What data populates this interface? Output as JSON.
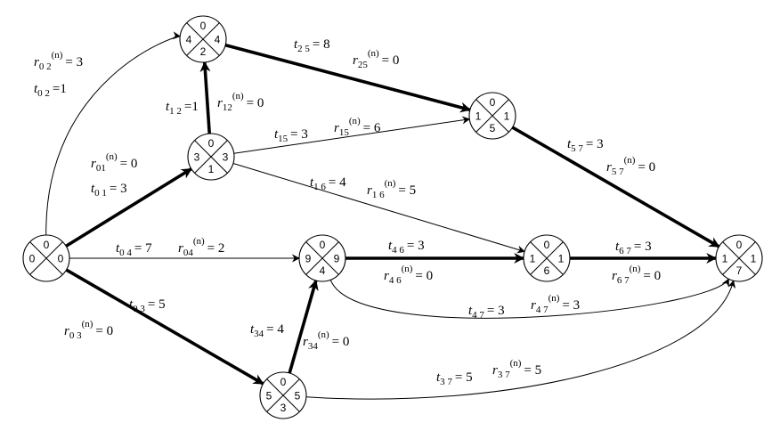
{
  "nodes": [
    {
      "id": "n0",
      "top": "0",
      "left": "0",
      "right": "0",
      "bottom": ""
    },
    {
      "id": "n1",
      "top": "0",
      "left": "3",
      "right": "3",
      "bottom": "1"
    },
    {
      "id": "n2",
      "top": "0",
      "left": "4",
      "right": "4",
      "bottom": "2"
    },
    {
      "id": "n3",
      "top": "0",
      "left": "5",
      "right": "5",
      "bottom": "3"
    },
    {
      "id": "n4",
      "top": "0",
      "left": "9",
      "right": "9",
      "bottom": "4"
    },
    {
      "id": "n5",
      "top": "0",
      "left": "1",
      "right": "1",
      "bottom": "5"
    },
    {
      "id": "n6",
      "top": "0",
      "left": "1",
      "right": "1",
      "bottom": "6"
    },
    {
      "id": "n7",
      "top": "0",
      "left": "1",
      "right": "1",
      "bottom": "7"
    }
  ],
  "edges": [
    {
      "from": "n0",
      "to": "n2",
      "critical": false
    },
    {
      "from": "n0",
      "to": "n1",
      "critical": true
    },
    {
      "from": "n0",
      "to": "n4",
      "critical": false
    },
    {
      "from": "n0",
      "to": "n3",
      "critical": true
    },
    {
      "from": "n1",
      "to": "n2",
      "critical": true
    },
    {
      "from": "n1",
      "to": "n5",
      "critical": false
    },
    {
      "from": "n1",
      "to": "n6",
      "critical": false
    },
    {
      "from": "n2",
      "to": "n5",
      "critical": true
    },
    {
      "from": "n3",
      "to": "n4",
      "critical": true
    },
    {
      "from": "n3",
      "to": "n7",
      "critical": false
    },
    {
      "from": "n4",
      "to": "n6",
      "critical": true
    },
    {
      "from": "n4",
      "to": "n7",
      "critical": false
    },
    {
      "from": "n5",
      "to": "n7",
      "critical": true
    },
    {
      "from": "n6",
      "to": "n7",
      "critical": true
    }
  ],
  "labels": {
    "t02": {
      "sym": "t",
      "sub": "0 2",
      "sup": "",
      "rhs": "=1"
    },
    "r02": {
      "sym": "r",
      "sub": "0 2",
      "sup": "(n)",
      "rhs": "= 3"
    },
    "t01": {
      "sym": "t",
      "sub": "0 1",
      "sup": "",
      "rhs": "= 3"
    },
    "r01": {
      "sym": "r",
      "sub": "01",
      "sup": "(n)",
      "rhs": "= 0"
    },
    "t04": {
      "sym": "t",
      "sub": "0 4",
      "sup": "",
      "rhs": "= 7"
    },
    "r04": {
      "sym": "r",
      "sub": "04",
      "sup": "(n)",
      "rhs": "= 2"
    },
    "t03": {
      "sym": "t",
      "sub": "0 3",
      "sup": "",
      "rhs": "= 5"
    },
    "r03": {
      "sym": "r",
      "sub": "0 3",
      "sup": "(n)",
      "rhs": "= 0"
    },
    "t12": {
      "sym": "t",
      "sub": "1 2",
      "sup": "",
      "rhs": "=1"
    },
    "r12": {
      "sym": "r",
      "sub": "12",
      "sup": "(n)",
      "rhs": "= 0"
    },
    "t15": {
      "sym": "t",
      "sub": "15",
      "sup": "",
      "rhs": "= 3"
    },
    "r15": {
      "sym": "r",
      "sub": "15",
      "sup": "(n)",
      "rhs": "= 6"
    },
    "t16": {
      "sym": "t",
      "sub": "1 6",
      "sup": "",
      "rhs": "= 4"
    },
    "r16": {
      "sym": "r",
      "sub": "1 6",
      "sup": "(n)",
      "rhs": "= 5"
    },
    "t25": {
      "sym": "t",
      "sub": "2 5",
      "sup": "",
      "rhs": "= 8"
    },
    "r25": {
      "sym": "r",
      "sub": "25",
      "sup": "(n)",
      "rhs": "= 0"
    },
    "t34": {
      "sym": "t",
      "sub": "34",
      "sup": "",
      "rhs": "= 4"
    },
    "r34": {
      "sym": "r",
      "sub": "34",
      "sup": "(n)",
      "rhs": "= 0"
    },
    "t37": {
      "sym": "t",
      "sub": "3 7",
      "sup": "",
      "rhs": "= 5"
    },
    "r37": {
      "sym": "r",
      "sub": "3 7",
      "sup": "(n)",
      "rhs": "= 5"
    },
    "t46": {
      "sym": "t",
      "sub": "4 6",
      "sup": "",
      "rhs": "= 3"
    },
    "r46": {
      "sym": "r",
      "sub": "4 6",
      "sup": "(n)",
      "rhs": "= 0"
    },
    "t47": {
      "sym": "t",
      "sub": "4 7",
      "sup": "",
      "rhs": "= 3"
    },
    "r47": {
      "sym": "r",
      "sub": "4 7",
      "sup": "(n)",
      "rhs": "= 3"
    },
    "t57": {
      "sym": "t",
      "sub": "5 7",
      "sup": "",
      "rhs": "= 3"
    },
    "r57": {
      "sym": "r",
      "sub": "5 7",
      "sup": "(n)",
      "rhs": "= 0"
    },
    "t67": {
      "sym": "t",
      "sub": "6 7",
      "sup": "",
      "rhs": "= 3"
    },
    "r67": {
      "sym": "r",
      "sub": "6 7",
      "sup": "(n)",
      "rhs": "= 0"
    }
  }
}
